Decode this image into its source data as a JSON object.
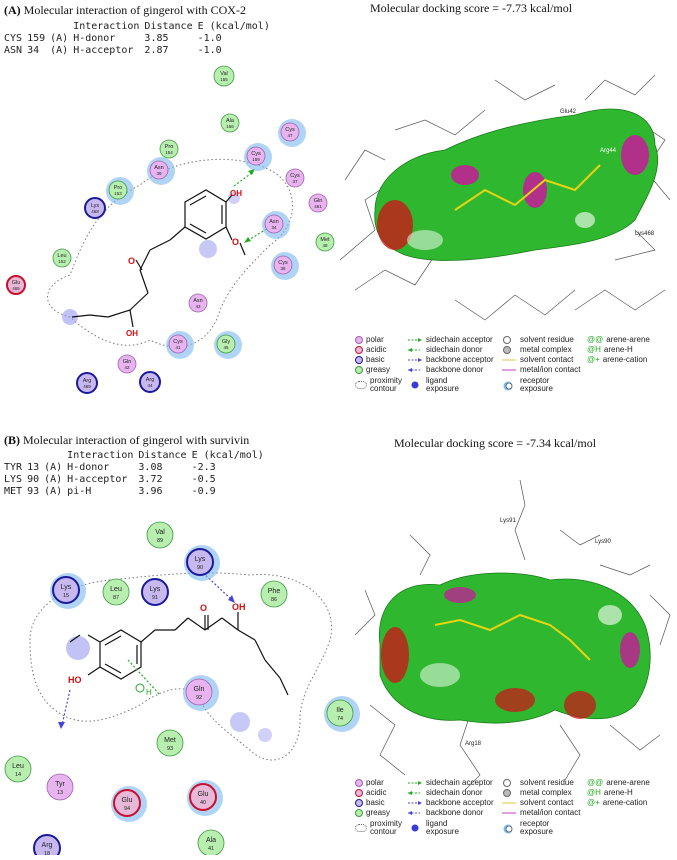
{
  "panelA": {
    "label": "(A)",
    "title": "Molecular interaction of gingerol with COX-2",
    "score": "Molecular docking score = -7.73 kcal/mol",
    "table": {
      "headers": [
        "Interaction",
        "Distance",
        "E (kcal/mol)"
      ],
      "rows": [
        {
          "res": "CYS",
          "num": "159",
          "chain": "(A)",
          "type": "H-donor",
          "dist": "3.85",
          "e": "-1.0"
        },
        {
          "res": "ASN",
          "num": "34",
          "chain": "(A)",
          "type": "H-acceptor",
          "dist": "2.87",
          "e": "-1.0"
        }
      ]
    },
    "residues": [
      {
        "name": "Val",
        "num": "155",
        "cls": "greasy"
      },
      {
        "name": "Ala",
        "num": "156",
        "cls": "greasy"
      },
      {
        "name": "Pro",
        "num": "154",
        "cls": "greasy"
      },
      {
        "name": "Cys",
        "num": "47",
        "cls": "polar"
      },
      {
        "name": "Cys",
        "num": "159",
        "cls": "polar"
      },
      {
        "name": "Asn",
        "num": "39",
        "cls": "polar"
      },
      {
        "name": "Pro",
        "num": "153",
        "cls": "greasy"
      },
      {
        "name": "Cys",
        "num": "37",
        "cls": "polar"
      },
      {
        "name": "Gln",
        "num": "461",
        "cls": "polar"
      },
      {
        "name": "Asn",
        "num": "34",
        "cls": "polar"
      },
      {
        "name": "Lys",
        "num": "468",
        "cls": "basic"
      },
      {
        "name": "Met",
        "num": "48",
        "cls": "greasy"
      },
      {
        "name": "Leu",
        "num": "152",
        "cls": "greasy"
      },
      {
        "name": "Cys",
        "num": "36",
        "cls": "polar"
      },
      {
        "name": "Glu",
        "num": "465",
        "cls": "acidic"
      },
      {
        "name": "Asn",
        "num": "43",
        "cls": "polar"
      },
      {
        "name": "Cys",
        "num": "41",
        "cls": "polar"
      },
      {
        "name": "Gly",
        "num": "45",
        "cls": "greasy"
      },
      {
        "name": "Gln",
        "num": "42",
        "cls": "polar"
      },
      {
        "name": "Arg",
        "num": "469",
        "cls": "basic"
      },
      {
        "name": "Arg",
        "num": "44",
        "cls": "basic"
      }
    ],
    "atoms": {
      "o1": "O",
      "oh1": "OH",
      "oh2": "OH",
      "o2": "O"
    },
    "dock_labels": [
      "Glu42",
      "Arg44",
      "Lys468"
    ]
  },
  "panelB": {
    "label": "(B)",
    "title": "Molecular interaction of gingerol with survivin",
    "score": "Molecular docking  score = -7.34 kcal/mol",
    "table": {
      "headers": [
        "Interaction",
        "Distance",
        "E (kcal/mol)"
      ],
      "rows": [
        {
          "res": "TYR",
          "num": "13",
          "chain": "(A)",
          "type": "H-donor",
          "dist": "3.08",
          "e": "-2.3"
        },
        {
          "res": "LYS",
          "num": "90",
          "chain": "(A)",
          "type": "H-acceptor",
          "dist": "3.72",
          "e": "-0.5"
        },
        {
          "res": "MET",
          "num": "93",
          "chain": "(A)",
          "type": "pi-H",
          "dist": "3.96",
          "e": "-0.9"
        }
      ]
    },
    "residues": [
      {
        "name": "Val",
        "num": "89",
        "cls": "greasy"
      },
      {
        "name": "Lys",
        "num": "90",
        "cls": "basic"
      },
      {
        "name": "Lys",
        "num": "15",
        "cls": "basic"
      },
      {
        "name": "Leu",
        "num": "87",
        "cls": "greasy"
      },
      {
        "name": "Lys",
        "num": "91",
        "cls": "basic"
      },
      {
        "name": "Phe",
        "num": "86",
        "cls": "greasy"
      },
      {
        "name": "Gln",
        "num": "92",
        "cls": "polar"
      },
      {
        "name": "Ile",
        "num": "74",
        "cls": "greasy"
      },
      {
        "name": "Leu",
        "num": "14",
        "cls": "greasy"
      },
      {
        "name": "Met",
        "num": "93",
        "cls": "greasy"
      },
      {
        "name": "Tyr",
        "num": "13",
        "cls": "polar"
      },
      {
        "name": "Glu",
        "num": "94",
        "cls": "acidic"
      },
      {
        "name": "Glu",
        "num": "40",
        "cls": "acidic"
      },
      {
        "name": "Ala",
        "num": "41",
        "cls": "greasy"
      },
      {
        "name": "Arg",
        "num": "18",
        "cls": "basic"
      }
    ],
    "atoms": {
      "o1": "O",
      "oh1": "OH",
      "oh2": "HO",
      "h": "H"
    },
    "dock_labels": [
      "Lys91",
      "Lys90",
      "Arg18"
    ]
  },
  "legend": {
    "col1": [
      "polar",
      "acidic",
      "basic",
      "greasy",
      "proximity contour"
    ],
    "col2": [
      "sidechain acceptor",
      "sidechain donor",
      "backbone acceptor",
      "backbone donor",
      "ligand exposure"
    ],
    "col3": [
      "solvent residue",
      "metal complex",
      "solvent contact",
      "metal/ion contact",
      "receptor exposure"
    ],
    "col4": [
      "arene-arene",
      "arene-H",
      "arene-cation"
    ],
    "arene_symbols": [
      "@@",
      "@H",
      "@+"
    ]
  },
  "colors": {
    "polar": "#e7b4ef",
    "acidic": "#e8b8d8",
    "basic": "#c8b8f0",
    "greasy": "#b8efb0",
    "acidic_ring": "#c8102e",
    "basic_ring": "#1a1a9a",
    "surface_green": "#2fb82f",
    "surface_magenta": "#c8189a",
    "surface_red": "#c81818"
  }
}
